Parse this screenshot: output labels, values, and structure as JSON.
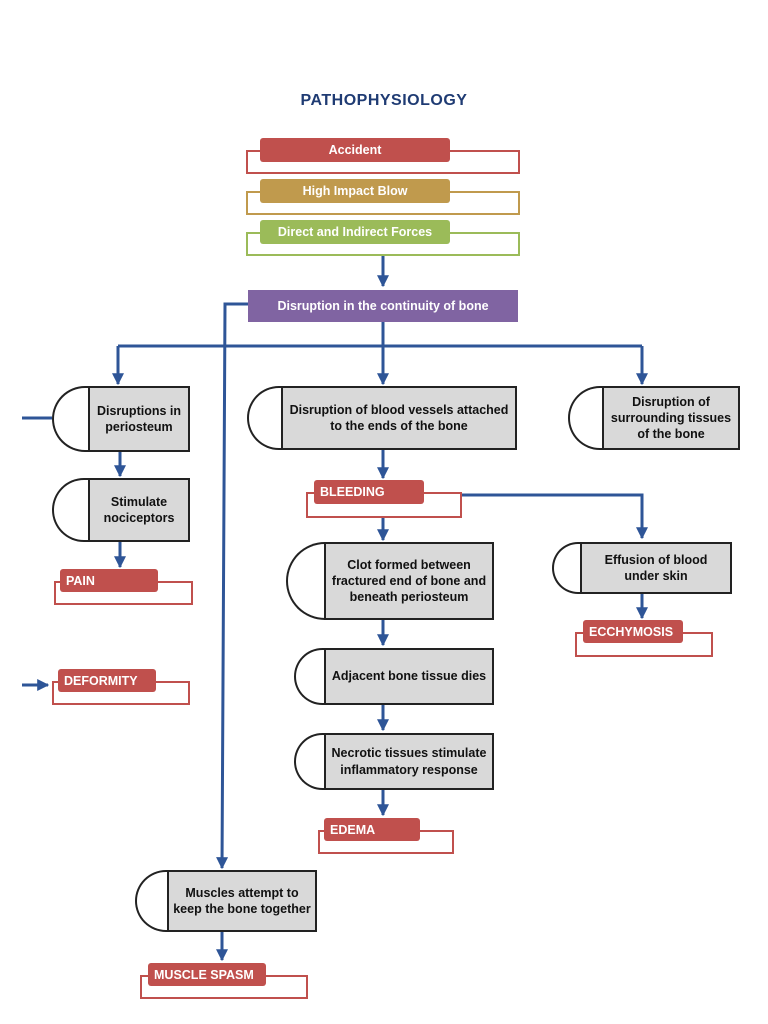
{
  "title": "PATHOPHYSIOLOGY",
  "colors": {
    "red": "#c0504d",
    "gold": "#c09a4d",
    "green": "#9bbb59",
    "purple": "#8064a2",
    "arrow": "#2e5597",
    "box_fill": "#d9d9d9",
    "title": "#1f3b73"
  },
  "causes": {
    "accident": "Accident",
    "impact": "High Impact Blow",
    "forces": "Direct and Indirect Forces"
  },
  "central": "Disruption in the continuity of bone",
  "boxes": {
    "periosteum": "Disruptions in periosteum",
    "nociceptors": "Stimulate nociceptors",
    "blood_vessels": "Disruption of blood vessels attached to the ends of the bone",
    "surrounding": "Disruption of surrounding tissues of the bone",
    "clot": "Clot formed between fractured end of bone and beneath periosteum",
    "effusion": "Effusion of blood under skin",
    "bone_dies": "Adjacent bone tissue dies",
    "necrotic": "Necrotic tissues stimulate inflammatory response",
    "muscles": "Muscles attempt to keep the bone together"
  },
  "outcomes": {
    "pain": "PAIN",
    "deformity": "DEFORMITY",
    "bleeding": "BLEEDING",
    "ecchymosis": "ECCHYMOSIS",
    "edema": "EDEMA",
    "muscle_spasm": "MUSCLE SPASM"
  }
}
